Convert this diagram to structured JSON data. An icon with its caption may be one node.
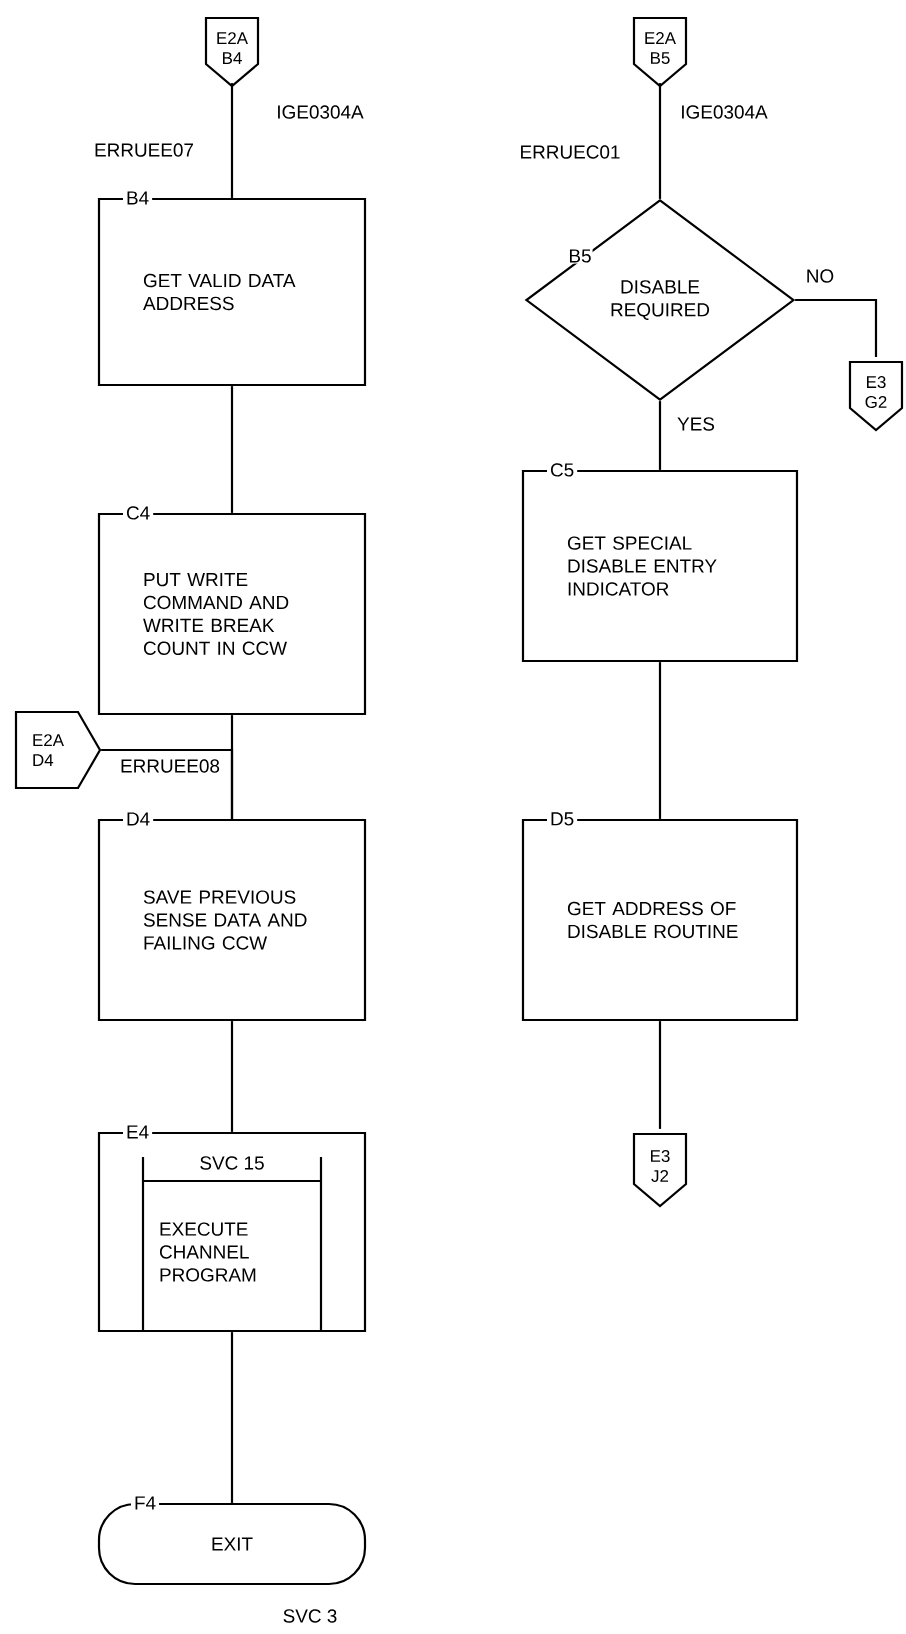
{
  "diagram": {
    "nodes": [
      {
        "text": [
          "E2A B4"
        ],
        "beside": [
          "IGE0304A"
        ]
      },
      {
        "text": [
          "B4",
          "GET VALID DATA ADDRESS"
        ],
        "beside": [
          "ERRUEE07"
        ]
      },
      {
        "text": [
          "C4",
          "PUT WRITE COMMAND AND WRITE BREAK COUNT IN CCW"
        ]
      },
      {
        "text": [
          "E2A D4"
        ],
        "beside": [
          "ERRUEE08"
        ]
      },
      {
        "text": [
          "D4",
          "SAVE PREVIOUS SENSE DATA AND FAILING CCW"
        ]
      },
      {
        "text": [
          "E4",
          "SVC 15",
          "EXECUTE CHANNEL PROGRAM"
        ]
      },
      {
        "text": [
          "F4",
          "EXIT"
        ],
        "beside": [
          "SVC 3"
        ]
      },
      {
        "text": [
          "E2A B5"
        ],
        "beside": [
          "IGE0304A"
        ]
      },
      {
        "text": [
          "B5",
          "DISABLE REQUIRED"
        ],
        "beside": [
          "ERRUEC01"
        ]
      },
      {
        "text": [
          "E3 G2"
        ]
      },
      {
        "text": [
          "C5",
          "GET SPECIAL DISABLE ENTRY INDICATOR"
        ]
      },
      {
        "text": [
          "D5",
          "GET ADDRESS OF DISABLE ROUTINE"
        ]
      },
      {
        "text": [
          "E3 J2"
        ]
      }
    ],
    "edges": [
      {
        "from": 0,
        "to": 1,
        "arrow": "none"
      },
      {
        "from": 1,
        "to": 2,
        "arrow": "none"
      },
      {
        "from": 2,
        "to": 4,
        "arrow": "none"
      },
      {
        "from": 3,
        "to": 4,
        "arrow": "none"
      },
      {
        "from": 4,
        "to": 5,
        "arrow": "none"
      },
      {
        "from": 5,
        "to": 6,
        "arrow": "none"
      },
      {
        "from": 7,
        "to": 8,
        "arrow": "none"
      },
      {
        "from": 8,
        "to": 9,
        "label": "NO",
        "arrow": "none"
      },
      {
        "from": 8,
        "to": 10,
        "label": "YES",
        "arrow": "none"
      },
      {
        "from": 10,
        "to": 11,
        "arrow": "none"
      },
      {
        "from": 11,
        "to": 12,
        "arrow": "none"
      }
    ]
  }
}
